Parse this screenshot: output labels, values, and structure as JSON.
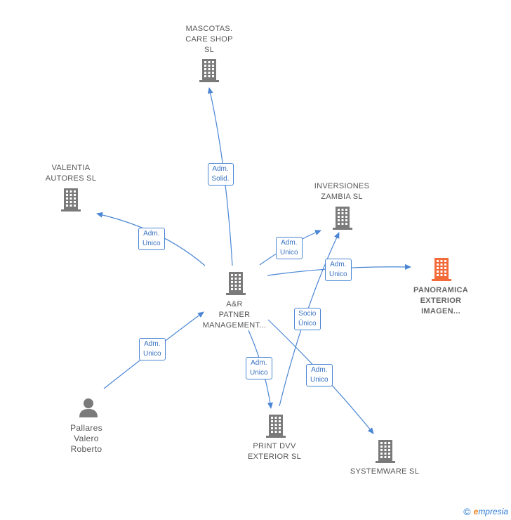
{
  "colors": {
    "edge": "#4a86d4",
    "building": "#7a7a7a",
    "focus_building": "#f26b38",
    "person": "#7a7a7a"
  },
  "nodes": [
    {
      "id": "mascotas",
      "type": "company",
      "label": "MASCOTAS.\nCARE SHOP\nSL"
    },
    {
      "id": "valentia",
      "type": "company",
      "label": "VALENTIA\nAUTORES  SL"
    },
    {
      "id": "inversiones",
      "type": "company",
      "label": "INVERSIONES\nZAMBIA SL"
    },
    {
      "id": "panoramica",
      "type": "company-focus",
      "label": "PANORAMICA\nEXTERIOR\nIMAGEN..."
    },
    {
      "id": "apatner",
      "type": "company",
      "label": "A&R\nPATNER\nMANAGEMENT..."
    },
    {
      "id": "pallares",
      "type": "person",
      "label": "Pallares\nValero\nRoberto"
    },
    {
      "id": "printdvv",
      "type": "company",
      "label": "PRINT DVV\nEXTERIOR SL"
    },
    {
      "id": "systemware",
      "type": "company",
      "label": "SYSTEMWARE SL"
    }
  ],
  "edges": [
    {
      "from": "apatner",
      "to": "mascotas",
      "label": "Adm.\nSolid."
    },
    {
      "from": "apatner",
      "to": "valentia",
      "label": "Adm.\nUnico"
    },
    {
      "from": "apatner",
      "to": "inversiones",
      "label": "Adm.\nUnico"
    },
    {
      "from": "apatner",
      "to": "panoramica",
      "label": "Adm.\nUnico"
    },
    {
      "from": "pallares",
      "to": "apatner",
      "label": "Adm.\nUnico"
    },
    {
      "from": "apatner",
      "to": "printdvv",
      "label": "Adm.\nUnico"
    },
    {
      "from": "printdvv",
      "to": "inversiones",
      "label": "Socio\nÚnico"
    },
    {
      "from": "apatner",
      "to": "systemware",
      "label": "Adm.\nUnico"
    }
  ],
  "footer": {
    "copyright": "©",
    "brand_first": "e",
    "brand_rest": "mpresia"
  }
}
